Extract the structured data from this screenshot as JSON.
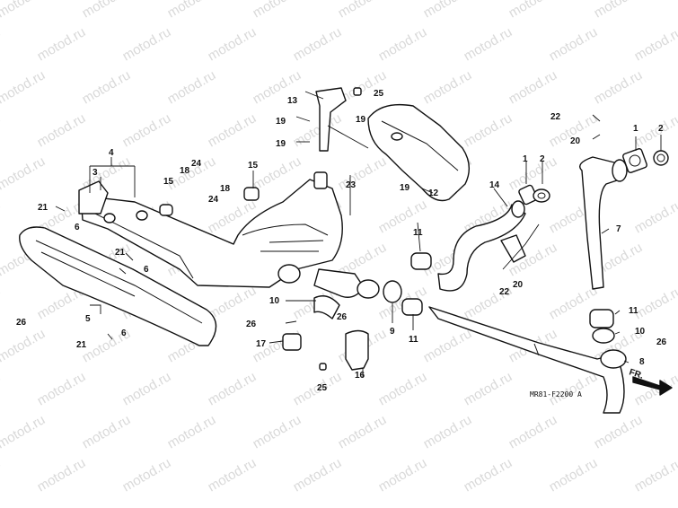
{
  "watermark": "motod.ru",
  "diagram_code": "MR81-F2200 A",
  "direction_label": "FR.",
  "callouts": {
    "c1a": "1",
    "c1b": "1",
    "c2a": "2",
    "c2b": "2",
    "c3": "3",
    "c4": "4",
    "c5": "5",
    "c6a": "6",
    "c6b": "6",
    "c6c": "6",
    "c7": "7",
    "c8": "8",
    "c9": "9",
    "c10a": "10",
    "c10b": "10",
    "c11a": "11",
    "c11b": "11",
    "c11c": "11",
    "c12": "12",
    "c13": "13",
    "c14": "14",
    "c15a": "15",
    "c15b": "15",
    "c16": "16",
    "c17": "17",
    "c18a": "18",
    "c18b": "18",
    "c19a": "19",
    "c19b": "19",
    "c19c": "19",
    "c19d": "19",
    "c20a": "20",
    "c20b": "20",
    "c21a": "21",
    "c21b": "21",
    "c21c": "21",
    "c22a": "22",
    "c22b": "22",
    "c23": "23",
    "c24a": "24",
    "c24b": "24",
    "c25a": "25",
    "c25b": "25",
    "c26a": "26",
    "c26b": "26",
    "c26c": "26",
    "c26d": "26"
  }
}
